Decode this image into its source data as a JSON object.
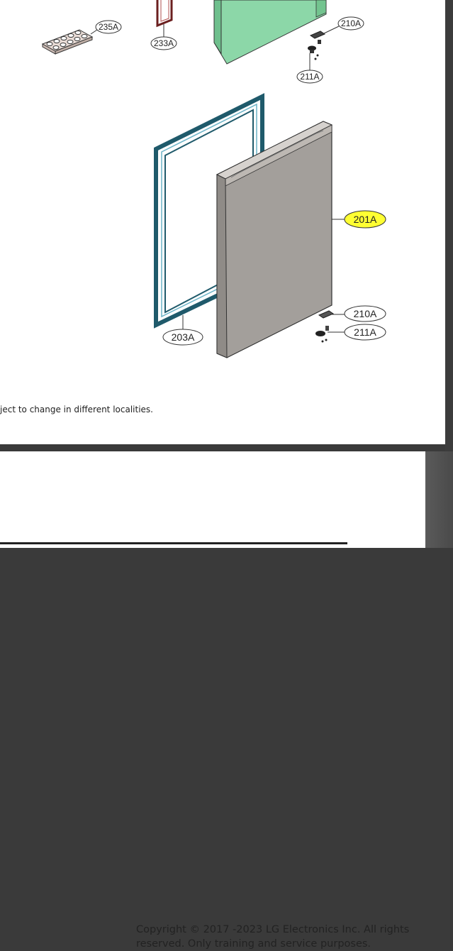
{
  "labels": {
    "l235a": "235A",
    "l233a": "233A",
    "l210a_top": "210A",
    "l211a_top": "211A",
    "l201a": "201A",
    "l210a": "210A",
    "l211a": "211A",
    "l203a": "203A"
  },
  "note": "ject to change in different localities.",
  "copyright": {
    "line1": "Copyright © 2017  -2023  LG Electronics Inc. All rights",
    "line2": "reserved. Only training and service purposes."
  },
  "colors": {
    "highlight": "#ffff33",
    "door_top": "#8cd7a8",
    "door_main": "#a39f9b",
    "gasket": "#1f5a6b"
  }
}
